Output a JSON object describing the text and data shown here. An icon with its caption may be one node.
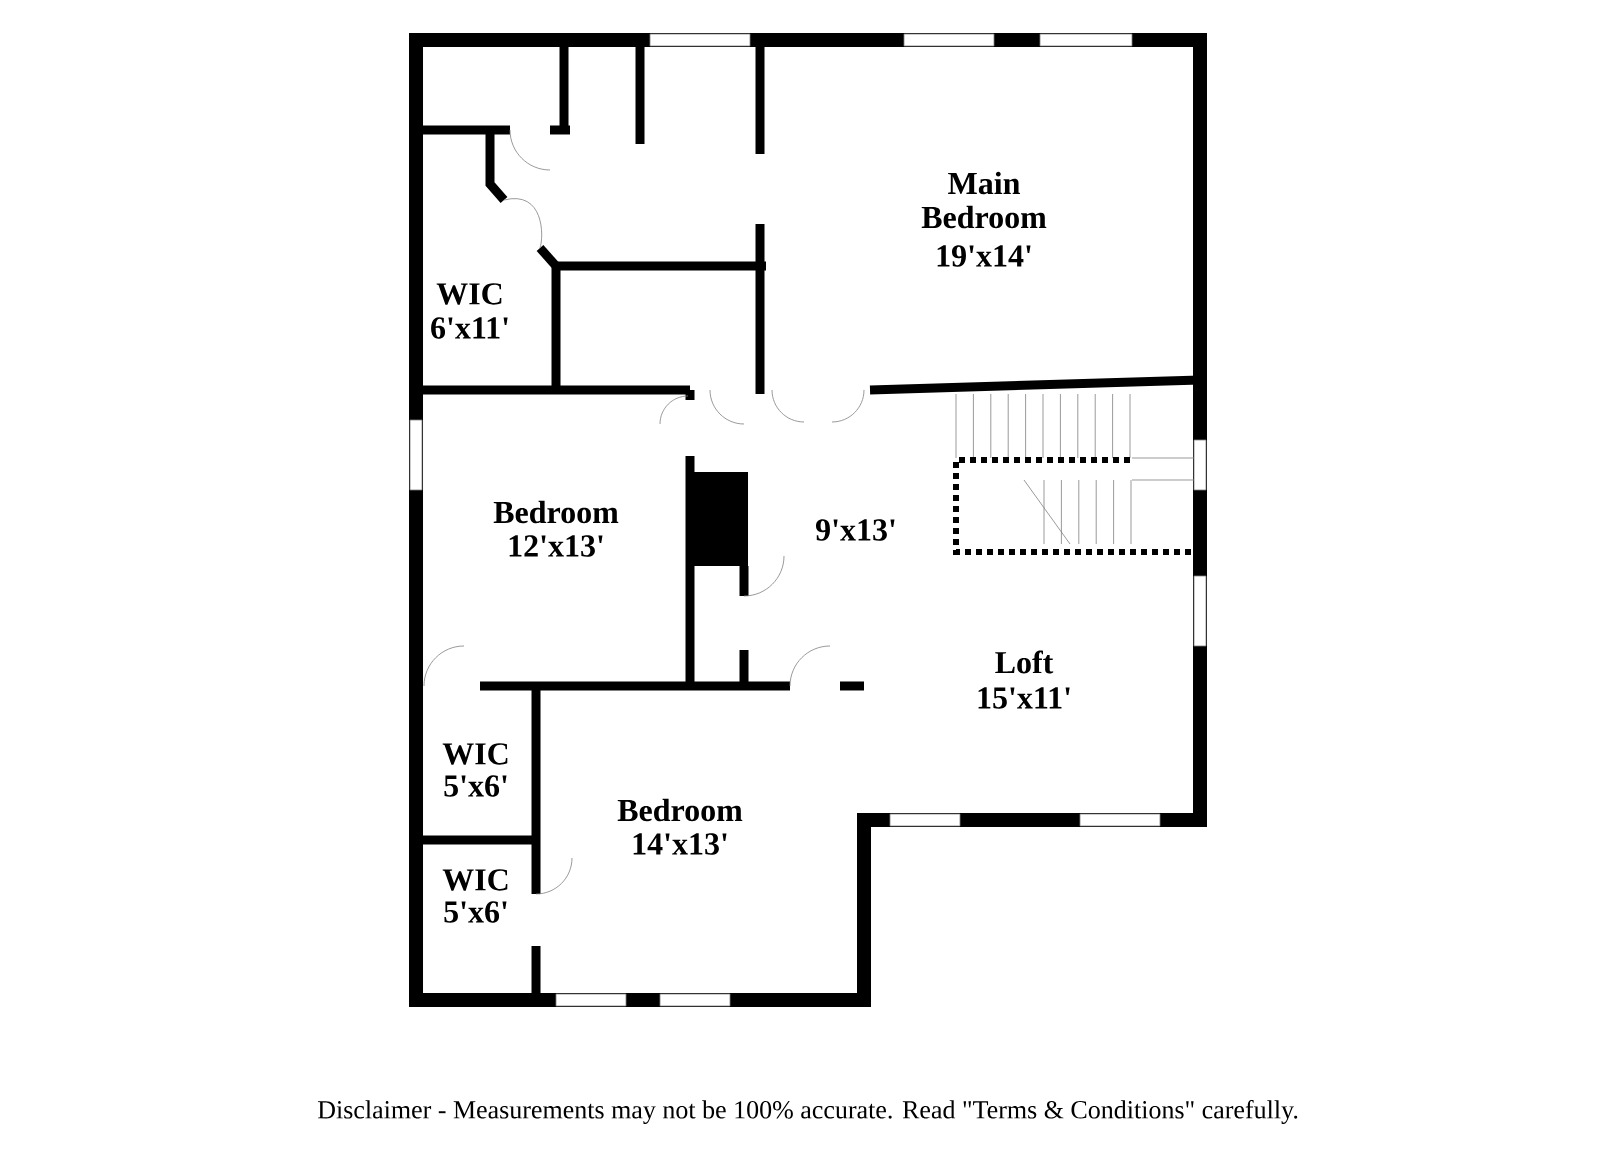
{
  "diagram": {
    "caption": "Disclaimer - Measurements may not be 100% accurate. Read \"Terms & Conditions\" carefully.",
    "labels": [
      "Main Bedroom",
      "19'x14'",
      "WIC",
      "6'x11'",
      "Bedroom",
      "12'x13'",
      "9'x13'",
      "Loft",
      "15'x11'",
      "WIC",
      "5'x6'",
      "Bedroom",
      "14'x13'",
      "WIC",
      "5'x6'"
    ]
  }
}
